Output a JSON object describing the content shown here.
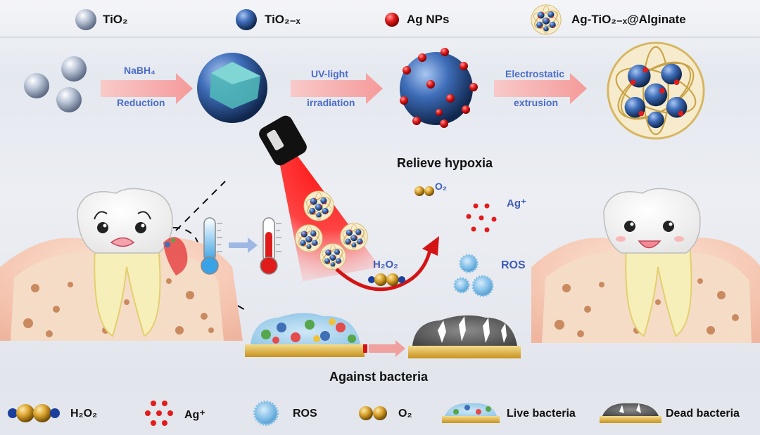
{
  "legend_top": {
    "tio2": "TiO₂",
    "tio2x": "TiO₂₋ₓ",
    "ag_nps": "Ag NPs",
    "alginate": "Ag-TiO₂₋ₓ@Alginate"
  },
  "process": {
    "step1_line1": "NaBH₄",
    "step1_line2": "Reduction",
    "step2_line1": "UV-light",
    "step2_line2": "irradiation",
    "step3_line1": "Electrostatic",
    "step3_line2": "extrusion"
  },
  "mechanism": {
    "relieve_hypoxia": "Relieve hypoxia",
    "o2": "O₂",
    "ag_ion": "Ag⁺",
    "h2o2": "H₂O₂",
    "ros": "ROS",
    "against_bacteria": "Against bacteria"
  },
  "legend_bottom": {
    "h2o2": "H₂O₂",
    "ag_ion": "Ag⁺",
    "ros": "ROS",
    "o2": "O₂",
    "live": "Live bacteria",
    "dead": "Dead bacteria"
  },
  "colors": {
    "arrow_pink": "#f6a3a3",
    "label_blue": "#4b6cc8",
    "laser_red": "#ff1a1a",
    "ag_red": "#e21b1b",
    "gold": "#d8a12a",
    "gum_pink": "#f3b3a2"
  }
}
